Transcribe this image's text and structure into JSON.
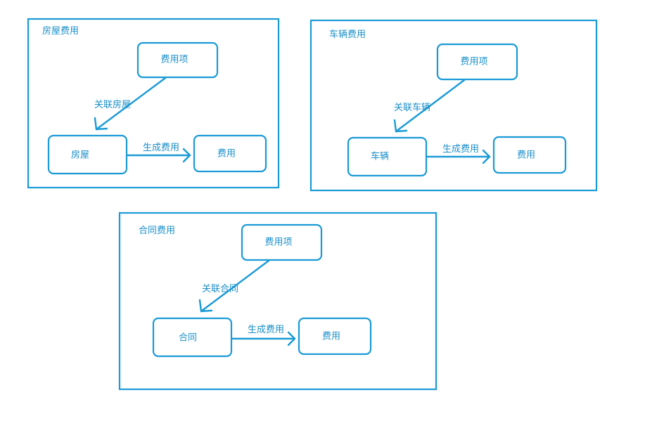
{
  "colors": {
    "stroke": "#1a9ad6",
    "text": "#1a8fc9",
    "background": "#ffffff"
  },
  "panels": [
    {
      "title": "房屋费用",
      "nodes": {
        "fee_item": "费用项",
        "entity": "房屋",
        "fee": "费用"
      },
      "edges": {
        "associate": "关联房屋",
        "generate": "生成费用"
      }
    },
    {
      "title": "车辆费用",
      "nodes": {
        "fee_item": "费用项",
        "entity": "车辆",
        "fee": "费用"
      },
      "edges": {
        "associate": "关联车辆",
        "generate": "生成费用"
      }
    },
    {
      "title": "合同费用",
      "nodes": {
        "fee_item": "费用项",
        "entity": "合同",
        "fee": "费用"
      },
      "edges": {
        "associate": "关联合同",
        "generate": "生成费用"
      }
    }
  ]
}
